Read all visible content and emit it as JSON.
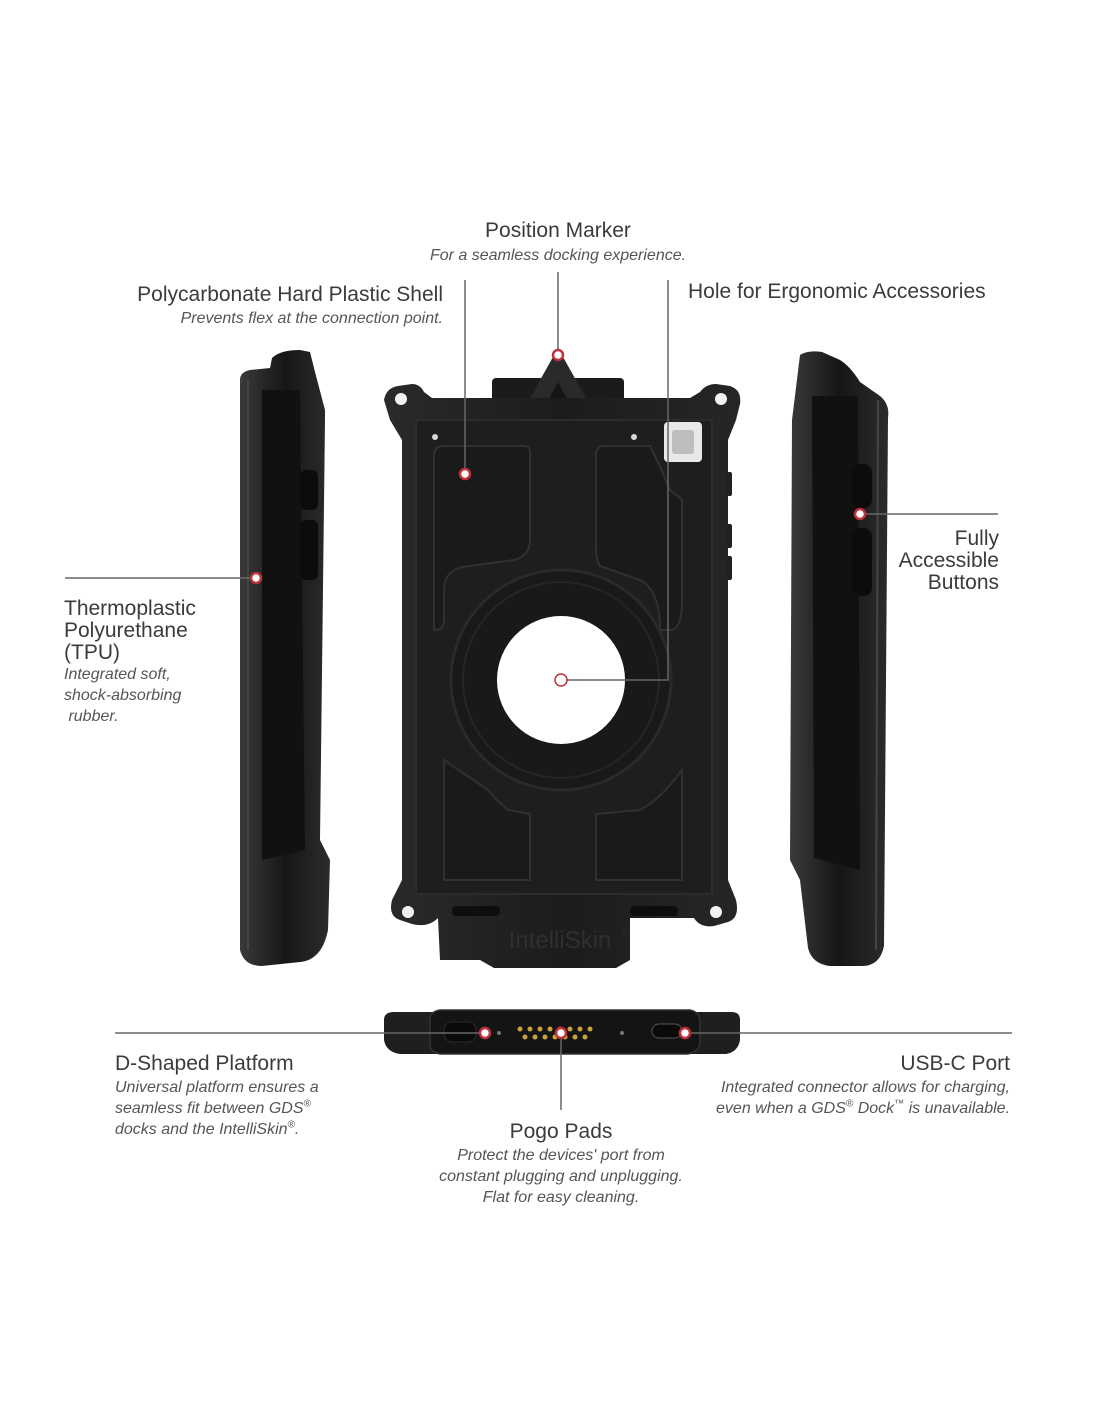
{
  "callouts": {
    "position_marker": {
      "title": "Position Marker",
      "desc": "For a seamless docking experience."
    },
    "polycarbonate": {
      "title": "Polycarbonate Hard Plastic Shell",
      "desc": "Prevents flex at the connection point."
    },
    "hole": {
      "title": "Hole for Ergonomic Accessories"
    },
    "tpu": {
      "title_lines": [
        "Thermoplastic",
        "Polyurethane",
        "(TPU)"
      ],
      "desc_lines": [
        "Integrated soft,",
        "shock-absorbing",
        " rubber."
      ]
    },
    "buttons": {
      "title_lines": [
        "Fully",
        "Accessible",
        "Buttons"
      ]
    },
    "d_platform": {
      "title": "D-Shaped Platform",
      "desc_line1": "Universal platform ensures a",
      "desc_line2": "seamless fit between GDS",
      "desc_line2_sup": "®",
      "desc_line3": "docks and the IntelliSkin",
      "desc_line3_sup": "®",
      "desc_line3_end": "."
    },
    "usbc": {
      "title": "USB-C Port",
      "desc_line1": "Integrated connector allows for charging,",
      "desc_line2_a": "even when a GDS",
      "desc_line2_sup1": "®",
      "desc_line2_b": " Dock",
      "desc_line2_sup2": "™",
      "desc_line2_c": " is unavailable."
    },
    "pogo": {
      "title": "Pogo Pads",
      "desc_lines": [
        "Protect the devices' port from",
        "constant plugging and unplugging.",
        "Flat for easy cleaning."
      ]
    }
  },
  "product": {
    "brand_mark": "IntelliSkin",
    "brand_sup": "®"
  },
  "colors": {
    "marker_ring": "#c0303a",
    "leader_line": "#666666",
    "case_body": "#1a1a1a",
    "case_edge": "#2e2e2e"
  }
}
